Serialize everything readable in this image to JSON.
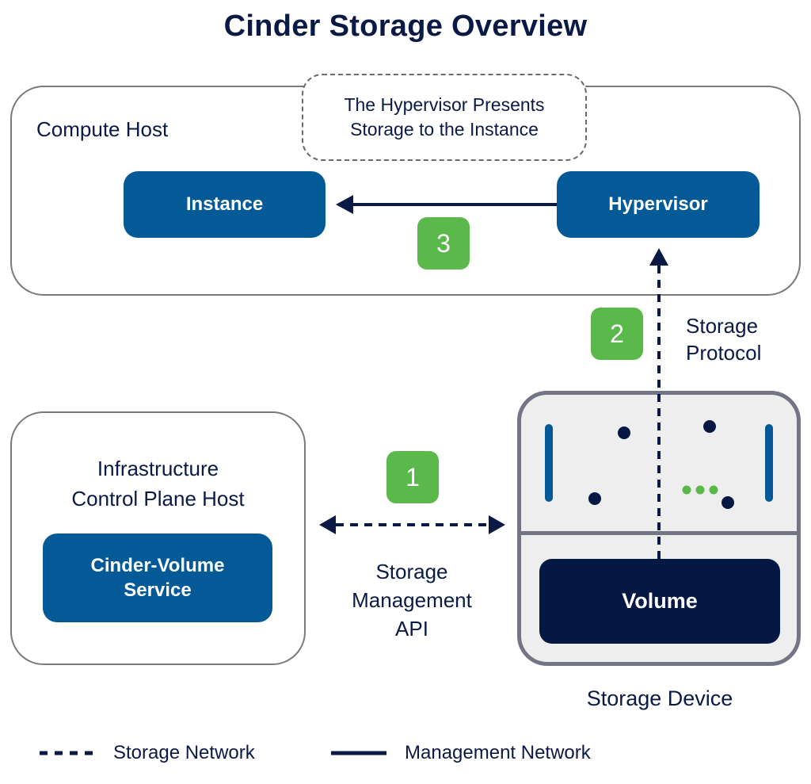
{
  "title": "Cinder Storage Overview",
  "colors": {
    "navy": "#0b1a45",
    "blue_box": "#045a96",
    "volume_fill": "#041843",
    "badge_green": "#5ab94a",
    "device_fill": "#eeeeee",
    "device_border": "#737484"
  },
  "compute_host": {
    "label": "Compute Host",
    "callout": [
      "The Hypervisor Presents",
      "Storage to the Instance"
    ],
    "instance_label": "Instance",
    "hypervisor_label": "Hypervisor"
  },
  "infra_host": {
    "label": [
      "Infrastructure",
      "Control Plane Host"
    ],
    "service_label": [
      "Cinder-Volume",
      "Service"
    ]
  },
  "storage_device": {
    "label": "Storage Device",
    "volume_label": "Volume",
    "icons": [
      "drive-bay-bar-icon",
      "drive-dot-icon",
      "more-dots-icon"
    ]
  },
  "steps": [
    {
      "number": "1",
      "connection": "Storage Management API",
      "lines": [
        "Storage",
        "Management",
        "API"
      ],
      "style": "dashed",
      "direction": "bidirectional"
    },
    {
      "number": "2",
      "connection": "Storage Protocol",
      "lines": [
        "Storage",
        "Protocol"
      ],
      "style": "dashed",
      "direction": "volume-to-hypervisor"
    },
    {
      "number": "3",
      "connection": "",
      "style": "solid",
      "direction": "hypervisor-to-instance"
    }
  ],
  "legend": {
    "items": [
      {
        "label": "Storage Network",
        "style": "dashed"
      },
      {
        "label": "Management Network",
        "style": "solid"
      }
    ]
  }
}
